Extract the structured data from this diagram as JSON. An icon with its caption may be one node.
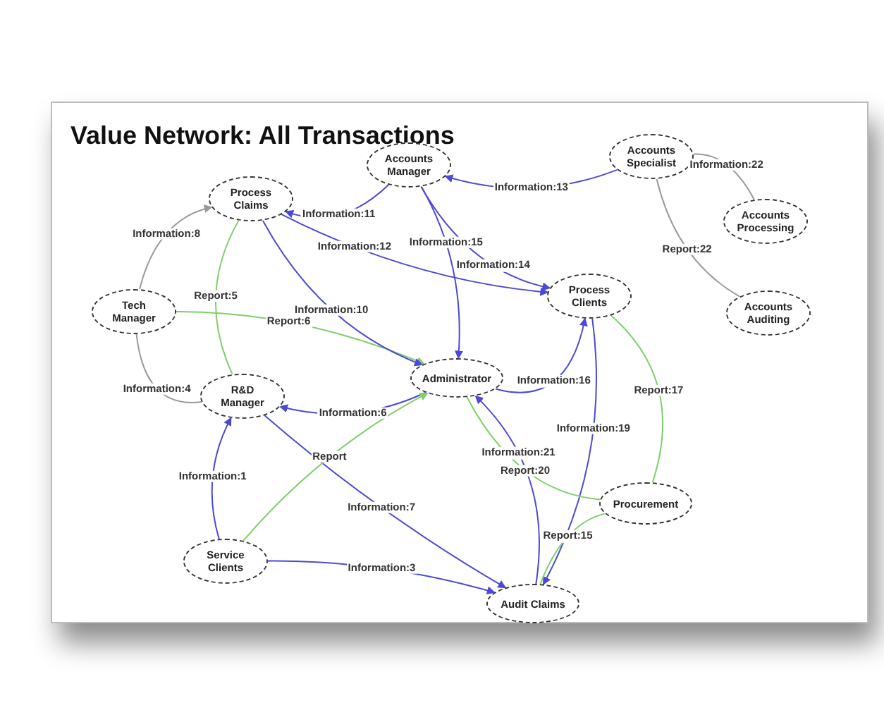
{
  "diagram": {
    "title": "Value Network: All Transactions",
    "nodes": [
      {
        "text": [
          "Tech Manager"
        ]
      },
      {
        "text": [
          "Process Claims"
        ]
      },
      {
        "text": [
          "Accounts Manager"
        ]
      },
      {
        "text": [
          "Accounts Specialist"
        ]
      },
      {
        "text": [
          "Accounts Processing"
        ]
      },
      {
        "text": [
          "Process Clients"
        ]
      },
      {
        "text": [
          "Accounts Auditing"
        ]
      },
      {
        "text": [
          "R&D Manager"
        ]
      },
      {
        "text": [
          "Administrator"
        ]
      },
      {
        "text": [
          "Procurement"
        ]
      },
      {
        "text": [
          "Service Clients"
        ]
      },
      {
        "text": [
          "Audit Claims"
        ]
      }
    ],
    "edges": [
      {
        "from": 10,
        "to": 7,
        "arrow": "to",
        "label": "Information:1"
      },
      {
        "from": 10,
        "to": 11,
        "arrow": "to",
        "label": "Information:3"
      },
      {
        "from": 0,
        "to": 7,
        "arrow": "none",
        "label": "Information:4",
        "color": "#9a9a9a"
      },
      {
        "from": 7,
        "to": 1,
        "arrow": "none",
        "label": "Report:5",
        "color": "#7fcf6a"
      },
      {
        "from": 0,
        "to": 8,
        "arrow": "to",
        "label": "Report:6",
        "color": "#7fcf6a"
      },
      {
        "from": 8,
        "to": 7,
        "arrow": "to",
        "label": "Information:6"
      },
      {
        "from": 7,
        "to": 11,
        "arrow": "to",
        "label": "Information:7"
      },
      {
        "from": 10,
        "to": 8,
        "arrow": "to",
        "label": "Report",
        "color": "#7fcf6a"
      },
      {
        "from": 0,
        "to": 1,
        "arrow": "to",
        "label": "Information:8",
        "color": "#9a9a9a"
      },
      {
        "from": 1,
        "to": 8,
        "arrow": "to",
        "label": "Information:10"
      },
      {
        "from": 2,
        "to": 1,
        "arrow": "to",
        "label": "Information:11"
      },
      {
        "from": 1,
        "to": 5,
        "arrow": "to",
        "label": "Information:12"
      },
      {
        "from": 3,
        "to": 2,
        "arrow": "to",
        "label": "Information:13"
      },
      {
        "from": 2,
        "to": 5,
        "arrow": "to",
        "label": "Information:14"
      },
      {
        "from": 2,
        "to": 8,
        "arrow": "to",
        "label": "Information:15"
      },
      {
        "from": 8,
        "to": 5,
        "arrow": "to",
        "label": "Information:16"
      },
      {
        "from": 5,
        "to": 9,
        "arrow": "none",
        "label": "Report:17",
        "color": "#7fcf6a"
      },
      {
        "from": 5,
        "to": 11,
        "arrow": "to",
        "label": "Information:19"
      },
      {
        "from": 8,
        "to": 9,
        "arrow": "none",
        "label": "Report:20",
        "color": "#7fcf6a"
      },
      {
        "from": 11,
        "to": 8,
        "arrow": "to",
        "label": "Information:21"
      },
      {
        "from": 9,
        "to": 11,
        "arrow": "none",
        "label": "Report:15",
        "color": "#7fcf6a"
      },
      {
        "from": 3,
        "to": 4,
        "arrow": "none",
        "label": "Information:22",
        "color": "#9a9a9a"
      },
      {
        "from": 3,
        "to": 6,
        "arrow": "none",
        "label": "Report:22",
        "color": "#9a9a9a"
      }
    ]
  }
}
